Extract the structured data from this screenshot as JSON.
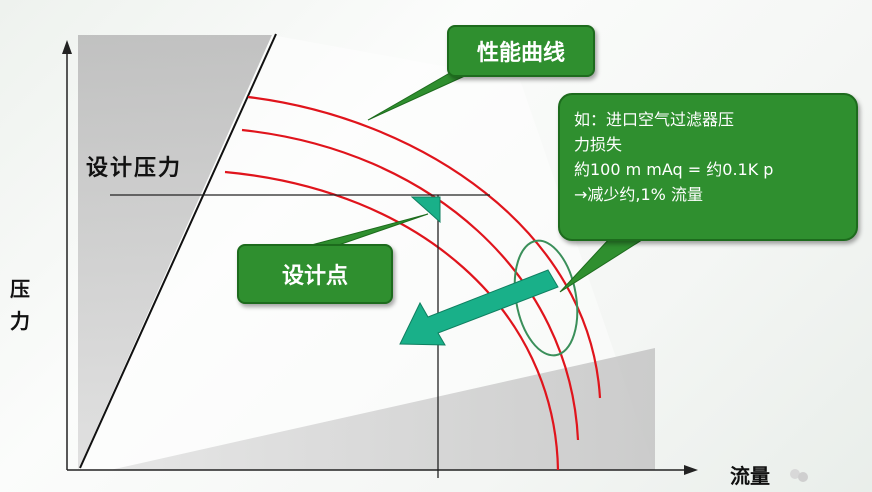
{
  "labels": {
    "y_axis_line1": "压",
    "y_axis_line2": "力",
    "x_axis": "流量",
    "design_pressure": "设计压力"
  },
  "callouts": {
    "performance_curve": "性能曲线",
    "design_point": "设计点",
    "note_lines": [
      "如：进口空气过滤器压",
      "力损失",
      "約100 m mAq = 约0.1K p",
      "→减少约,1% 流量"
    ]
  },
  "colors": {
    "curve": "#e0141c",
    "callout_green": "#2f8f2f",
    "arrow_teal": "#19b089",
    "ellipse": "#3a8f5a",
    "shade": "#b5b5b5"
  },
  "icons": {
    "watermark": "wechat-logo-icon"
  }
}
